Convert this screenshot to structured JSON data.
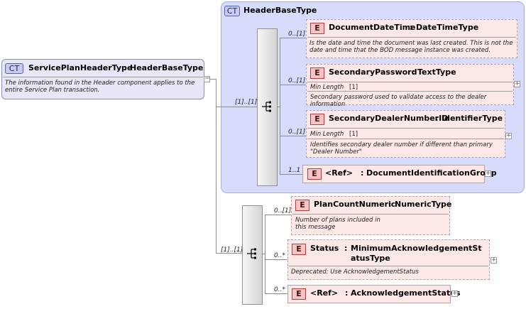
{
  "root": {
    "badge": "CT",
    "name": "ServicePlanHeaderType",
    "colon": ":",
    "type": "HeaderBaseType",
    "doc": "The information found in the Header component applies to the entire Service Plan transaction."
  },
  "base": {
    "badge": "CT",
    "name": "HeaderBaseType"
  },
  "seq1": {
    "occurrence": "[1]..[1]",
    "elements": [
      {
        "badge": "E",
        "name": "DocumentDateTime",
        "colon": ":",
        "type": "DateTimeType",
        "occurrence": "0..[1]",
        "doc": "Is the date and time the document was last created. This is not the date and time that the BOD message instance was created."
      },
      {
        "badge": "E",
        "name": "SecondaryPassword",
        "colon": ":",
        "type": "TextType",
        "occurrence": "0..[1]",
        "facet_label": "Min Length",
        "facet_value": "[1]",
        "doc": "Secondary password used to validate access to the dealer information"
      },
      {
        "badge": "E",
        "name": "SecondaryDealerNumberID",
        "colon": ":",
        "type": "IdentifierType",
        "occurrence": "0..[1]",
        "facet_label": "Min Length",
        "facet_value": "[1]",
        "doc": "Identifies secondary dealer number if different than primary \"Dealer Number\""
      },
      {
        "badge": "E",
        "name": "<Ref>",
        "colon": ":",
        "type": "DocumentIdentificationGroup",
        "occurrence": "1..1"
      }
    ]
  },
  "seq2": {
    "occurrence": "[1]..[1]",
    "elements": [
      {
        "badge": "E",
        "name": "PlanCountNumeric",
        "colon": ":",
        "type": "NumericType",
        "occurrence": "0..[1]",
        "doc": "Number of plans included in this message"
      },
      {
        "badge": "E",
        "name": "Status",
        "colon": ":",
        "type": "MinimumAcknowledgementStatusType",
        "occurrence": "0..*",
        "doc": "Deprecated: Use AcknowledgementStatus"
      },
      {
        "badge": "E",
        "name": "<Ref>",
        "colon": ":",
        "type": "AcknowledgementStatus",
        "occurrence": "0..*"
      }
    ]
  },
  "colors": {
    "complex_type_region": "#d8dcfc",
    "element_box": "#fde8e8",
    "element_badge": "#f6c4c4"
  },
  "icons": {
    "sequence": "sequence-compositor-icon",
    "expand": "plus-icon",
    "collapse": "minus-icon"
  }
}
